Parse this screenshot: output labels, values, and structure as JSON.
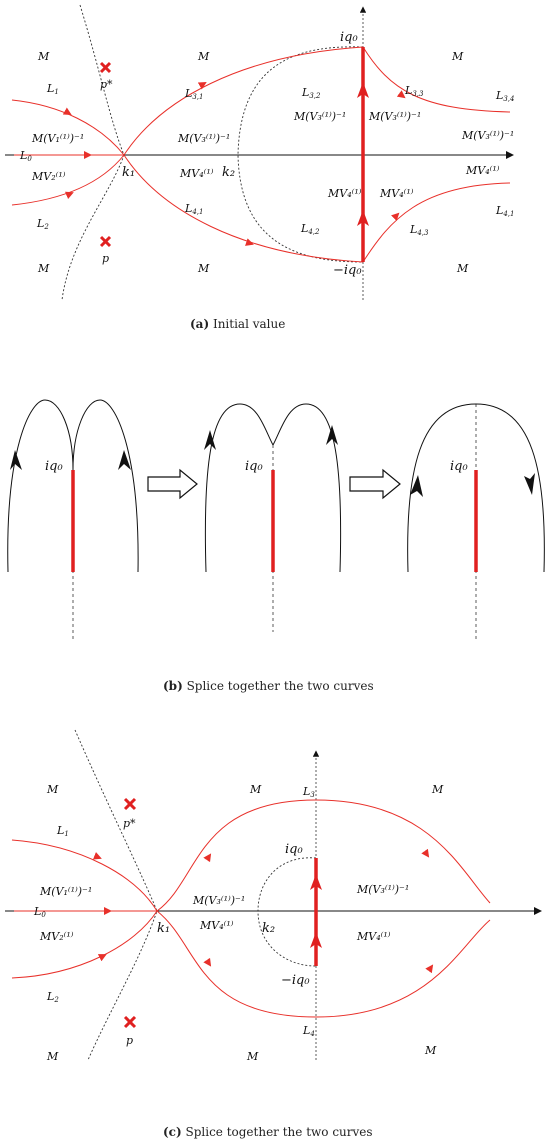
{
  "panel_a": {
    "labels": {
      "M_tl": "M",
      "M_tm": "M",
      "M_tr": "M",
      "M_bl": "M",
      "M_bm": "M",
      "M_br": "M",
      "L1": "L",
      "L1_sub": "1",
      "L0": "L",
      "L0_sub": "0",
      "L2": "L",
      "L2_sub": "2",
      "L31": "L",
      "L31_sub": "3,1",
      "L32": "L",
      "L32_sub": "3,2",
      "L33": "L",
      "L33_sub": "3,3",
      "L34": "L",
      "L34_sub": "3,4",
      "L41": "L",
      "L41_sub": "4,1",
      "L42": "L",
      "L42_sub": "4,2",
      "L43": "L",
      "L43_sub": "4,3",
      "L41r": "L",
      "L41r_sub": "4,1",
      "pstar": "p*",
      "p": "p",
      "k1": "k₁",
      "k2": "k₂",
      "iq0": "iq₀",
      "miq0": "−iq₀",
      "MV1inv": "M(V₁⁽¹⁾)⁻¹",
      "MV2": "MV₂⁽¹⁾",
      "MV3inv_a": "M(V₃⁽¹⁾)⁻¹",
      "MV3inv_b": "M(V₃⁽¹⁾)⁻¹",
      "MV3inv_c": "M(V₃⁽¹⁾)⁻¹",
      "MV3inv_d": "M(V₃⁽¹⁾)⁻¹",
      "MV4_a": "MV₄⁽¹⁾",
      "MV4_b": "MV₄⁽¹⁾",
      "MV4_c": "MV₄⁽¹⁾",
      "MV4_d": "MV₄⁽¹⁾"
    },
    "caption_letter": "(a)",
    "caption_text": " Initial value"
  },
  "panel_b": {
    "iq0_1": "iq₀",
    "iq0_2": "iq₀",
    "iq0_3": "iq₀",
    "caption_letter": "(b)",
    "caption_text": " Splice together the two curves"
  },
  "panel_c": {
    "labels": {
      "M_tl": "M",
      "M_tm": "M",
      "M_tr": "M",
      "M_bl": "M",
      "M_bm": "M",
      "M_br": "M",
      "L1": "L",
      "L1_sub": "1",
      "L0": "L",
      "L0_sub": "0",
      "L2": "L",
      "L2_sub": "2",
      "L3": "L",
      "L3_sub": "3",
      "L4": "L",
      "L4_sub": "4",
      "pstar": "p*",
      "p": "p",
      "k1": "k₁",
      "k2": "k₂",
      "iq0": "iq₀",
      "miq0": "−iq₀",
      "MV1inv": "M(V₁⁽¹⁾)⁻¹",
      "MV2": "MV₂⁽¹⁾",
      "MV3inv_a": "M(V₃⁽¹⁾)⁻¹",
      "MV3inv_b": "M(V₃⁽¹⁾)⁻¹",
      "MV4_a": "MV₄⁽¹⁾",
      "MV4_b": "MV₄⁽¹⁾"
    },
    "caption_letter": "(c)",
    "caption_text": " Splice together the two curves"
  },
  "colors": {
    "contour": "#e8302a",
    "axis": "#111111",
    "dashed": "#333333",
    "cut": "#e02020"
  }
}
